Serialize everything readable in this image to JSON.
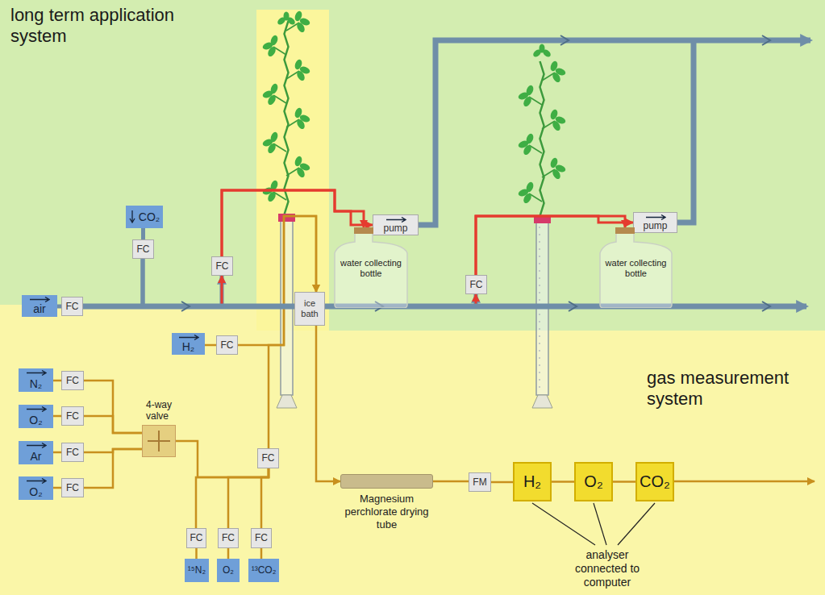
{
  "diagram": {
    "nodes": [
      {
        "text": [
          "air"
        ]
      },
      {
        "text": [
          "FC"
        ]
      },
      {
        "text": [
          "CO₂"
        ]
      },
      {
        "text": [
          "FC"
        ]
      },
      {
        "text": [
          "FC"
        ]
      },
      {
        "text": [
          "pump"
        ]
      },
      {
        "text": [
          "water collecting bottle"
        ]
      },
      {
        "text": [
          "FC"
        ]
      },
      {
        "text": [
          "pump"
        ]
      },
      {
        "text": [
          "water collecting bottle"
        ]
      },
      {
        "text": [
          "H₂"
        ]
      },
      {
        "text": [
          "FC"
        ]
      },
      {
        "text": [
          "ice bath"
        ]
      },
      {
        "text": [
          "N₂"
        ]
      },
      {
        "text": [
          "FC"
        ]
      },
      {
        "text": [
          "O₂"
        ]
      },
      {
        "text": [
          "FC"
        ]
      },
      {
        "text": [
          "Ar"
        ]
      },
      {
        "text": [
          "FC"
        ]
      },
      {
        "text": [
          "O₂"
        ]
      },
      {
        "text": [
          "FC"
        ]
      },
      {
        "text": [
          "4-way valve"
        ]
      },
      {
        "text": [
          "FC"
        ]
      },
      {
        "text": [
          "FC"
        ]
      },
      {
        "text": [
          "FC"
        ]
      },
      {
        "text": [
          "FC"
        ]
      },
      {
        "text": [
          "¹⁵N₂"
        ]
      },
      {
        "text": [
          "O₂"
        ]
      },
      {
        "text": [
          "¹³CO₂"
        ]
      },
      {
        "text": [
          "Magnesium perchlorate drying tube"
        ]
      },
      {
        "text": [
          "FM"
        ]
      },
      {
        "text": [
          "H₂"
        ]
      },
      {
        "text": [
          "O₂"
        ]
      },
      {
        "text": [
          "CO₂"
        ]
      }
    ],
    "edges": [
      {
        "from": 0,
        "to": 1,
        "arrow": "none"
      },
      {
        "from": 2,
        "to": 3,
        "arrow": "none"
      },
      {
        "from": 3,
        "to": 4,
        "arrow": "to"
      },
      {
        "from": 3,
        "to": 7,
        "arrow": "to"
      },
      {
        "from": 1,
        "to": 4,
        "arrow": "to"
      },
      {
        "from": 1,
        "to": 7,
        "arrow": "to"
      },
      {
        "from": 4,
        "to": 5,
        "arrow": "to"
      },
      {
        "from": 4,
        "to": 6,
        "arrow": "to"
      },
      {
        "from": 7,
        "to": 8,
        "arrow": "to"
      },
      {
        "from": 7,
        "to": 9,
        "arrow": "to"
      },
      {
        "from": 10,
        "to": 11,
        "arrow": "none"
      },
      {
        "from": 11,
        "to": 12,
        "arrow": "to"
      },
      {
        "from": 22,
        "to": 12,
        "arrow": "to"
      },
      {
        "from": 12,
        "to": 29,
        "arrow": "to"
      },
      {
        "from": 29,
        "to": 30,
        "arrow": "none"
      },
      {
        "from": 30,
        "to": 31,
        "arrow": "none"
      },
      {
        "from": 31,
        "to": 32,
        "arrow": "none"
      },
      {
        "from": 32,
        "to": 33,
        "arrow": "none"
      },
      {
        "from": 13,
        "to": 14,
        "arrow": "none"
      },
      {
        "from": 15,
        "to": 16,
        "arrow": "none"
      },
      {
        "from": 17,
        "to": 18,
        "arrow": "none"
      },
      {
        "from": 19,
        "to": 20,
        "arrow": "none"
      },
      {
        "from": 14,
        "to": 21,
        "arrow": "none"
      },
      {
        "from": 16,
        "to": 21,
        "arrow": "none"
      },
      {
        "from": 18,
        "to": 21,
        "arrow": "none"
      },
      {
        "from": 20,
        "to": 21,
        "arrow": "none"
      },
      {
        "from": 21,
        "to": 22,
        "arrow": "none"
      },
      {
        "from": 23,
        "to": 22,
        "arrow": "none"
      },
      {
        "from": 24,
        "to": 22,
        "arrow": "none"
      },
      {
        "from": 25,
        "to": 22,
        "arrow": "none"
      },
      {
        "from": 26,
        "to": 23,
        "arrow": "none"
      },
      {
        "from": 27,
        "to": 24,
        "arrow": "none"
      },
      {
        "from": 28,
        "to": 25,
        "arrow": "none"
      }
    ],
    "labels": [
      "long term application system",
      "gas measurement system",
      "analyser connected to computer"
    ]
  }
}
